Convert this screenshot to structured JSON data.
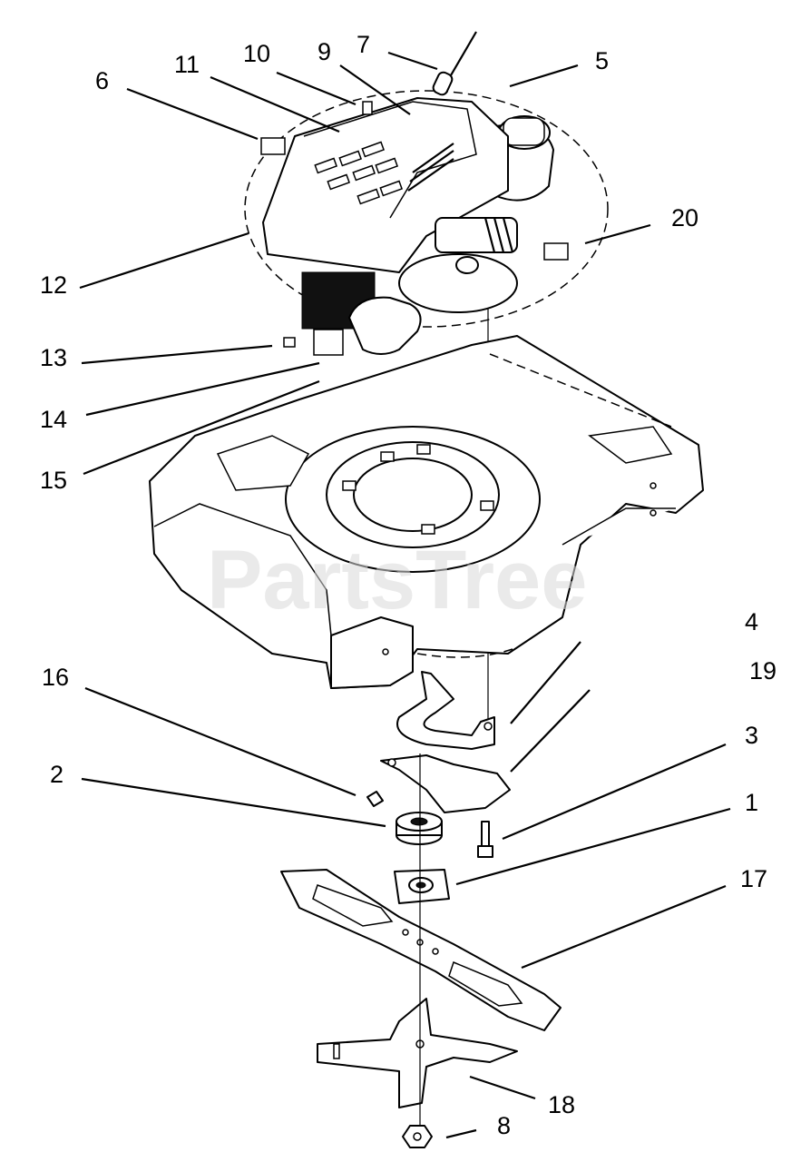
{
  "watermark": "PartsTree",
  "callouts": [
    "7",
    "9",
    "10",
    "11",
    "6",
    "5",
    "20",
    "12",
    "13",
    "14",
    "15",
    "4",
    "19",
    "16",
    "3",
    "2",
    "1",
    "17",
    "18",
    "8"
  ]
}
